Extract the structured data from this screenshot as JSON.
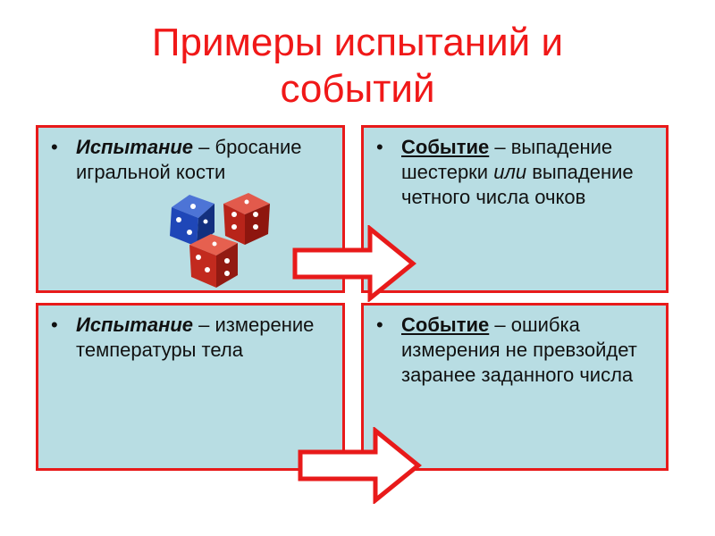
{
  "title": {
    "line1": "Примеры испытаний и",
    "line2": "событий"
  },
  "bullet_char": "•",
  "boxes": [
    {
      "term": "Испытание",
      "sep": " – ",
      "text": "бросание игральной кости"
    },
    {
      "term": "Событие",
      "sep": " – ",
      "text_a": "выпадение шестерки ",
      "text_em": "или",
      "text_b": " выпадение четного числа очков"
    },
    {
      "term": "Испытание",
      "sep": " – ",
      "text": "измерение температуры тела"
    },
    {
      "term": "Событие",
      "sep": " – ",
      "text": "ошибка измерения не превзойдет заранее заданного числа"
    }
  ],
  "icons": {
    "dice": "dice-icon",
    "arrow": "right-arrow-icon"
  },
  "colors": {
    "title": "#f01818",
    "box_fill": "#b8dde3",
    "box_border": "#e81a1a",
    "arrow_fill": "#ffffff",
    "arrow_stroke": "#e81a1a"
  }
}
